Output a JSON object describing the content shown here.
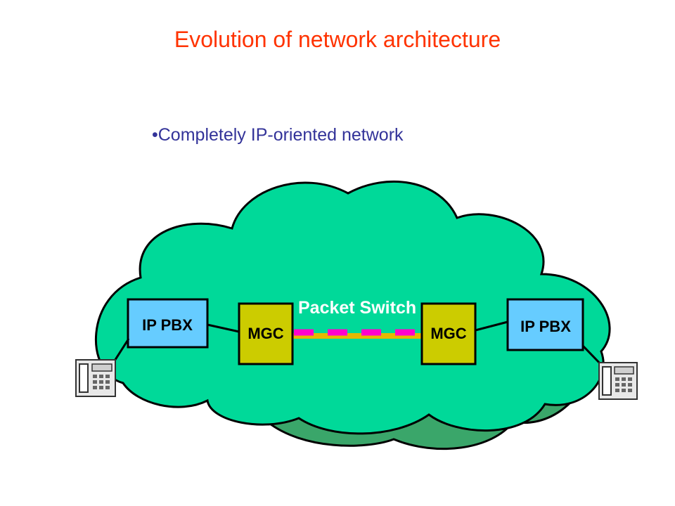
{
  "slide": {
    "title": "Evolution of network architecture",
    "bullet": "•Completely IP-oriented network"
  },
  "diagram": {
    "cloud_label": "Packet Switch",
    "left_pbx_label": "IP PBX",
    "right_pbx_label": "IP PBX",
    "left_mgc_label": "MGC",
    "right_mgc_label": "MGC",
    "colors": {
      "title": "#ff3300",
      "bullet": "#333399",
      "cloud_fill": "#00d999",
      "cloud_shadow": "#3aa66a",
      "pbx_fill": "#66ccff",
      "mgc_fill": "#cccc00",
      "link_dash": "#ff00cc",
      "link_base": "#e6b800"
    },
    "icons": [
      "telephone-icon",
      "telephone-icon"
    ]
  }
}
